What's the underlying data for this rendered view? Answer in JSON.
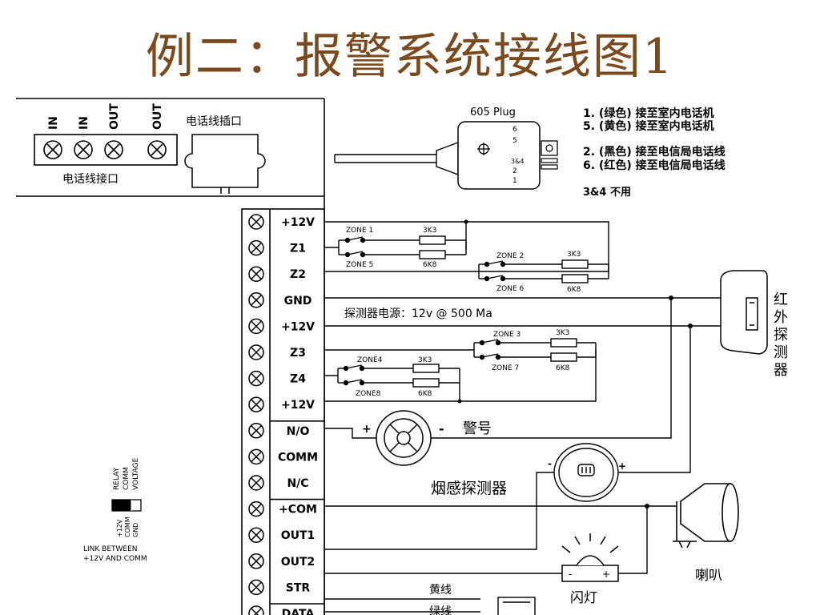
{
  "title": "例二：报警系统接线图1",
  "phone_panel": {
    "terminals": [
      "IN",
      "IN",
      "OUT",
      "OUT"
    ],
    "socket_label": "电话线插口",
    "terminal_label": "电话线接口"
  },
  "plug": {
    "label": "605 Plug",
    "pins": [
      "6",
      "5",
      "3&4",
      "2",
      "1"
    ]
  },
  "notes": [
    "1. (绿色) 接至室内电话机",
    "5. (黄色) 接至室内电话机",
    "2. (黑色) 接至电信局电话线",
    "6. (红色) 接至电信局电话线",
    "3&4 不用"
  ],
  "terminals": [
    "+12V",
    "Z1",
    "Z2",
    "GND",
    "+12V",
    "Z3",
    "Z4",
    "+12V",
    "N/O",
    "COMM",
    "N/C",
    "+COM",
    "OUT1",
    "OUT2",
    "STR",
    "DATA"
  ],
  "zones": {
    "z1": "ZONE 1",
    "z5": "ZONE 5",
    "z2": "ZONE 2",
    "z6": "ZONE 6",
    "z3": "ZONE 3",
    "z7": "ZONE 7",
    "z4": "ZONE4",
    "z8": "ZONE8",
    "r3k3": "3K3",
    "r6k8": "6K8"
  },
  "detector_power": "探测器电源：12v @ 500 Ma",
  "devices": {
    "ir": "红外探测器",
    "siren": "警号",
    "smoke": "烟感探测器",
    "speaker": "喇叭",
    "strobe": "闪灯",
    "yellow_wire": "黄线",
    "green_wire": "绿线"
  },
  "jumper": {
    "top_labels": [
      "RELAY",
      "COMM",
      "VOLTAGE"
    ],
    "bottom_labels": [
      "+12V",
      "COMM",
      "GND"
    ],
    "note_line1": "LINK BETWEEN",
    "note_line2": "+12V AND COMM"
  },
  "signs": {
    "plus": "+",
    "minus": "-"
  }
}
